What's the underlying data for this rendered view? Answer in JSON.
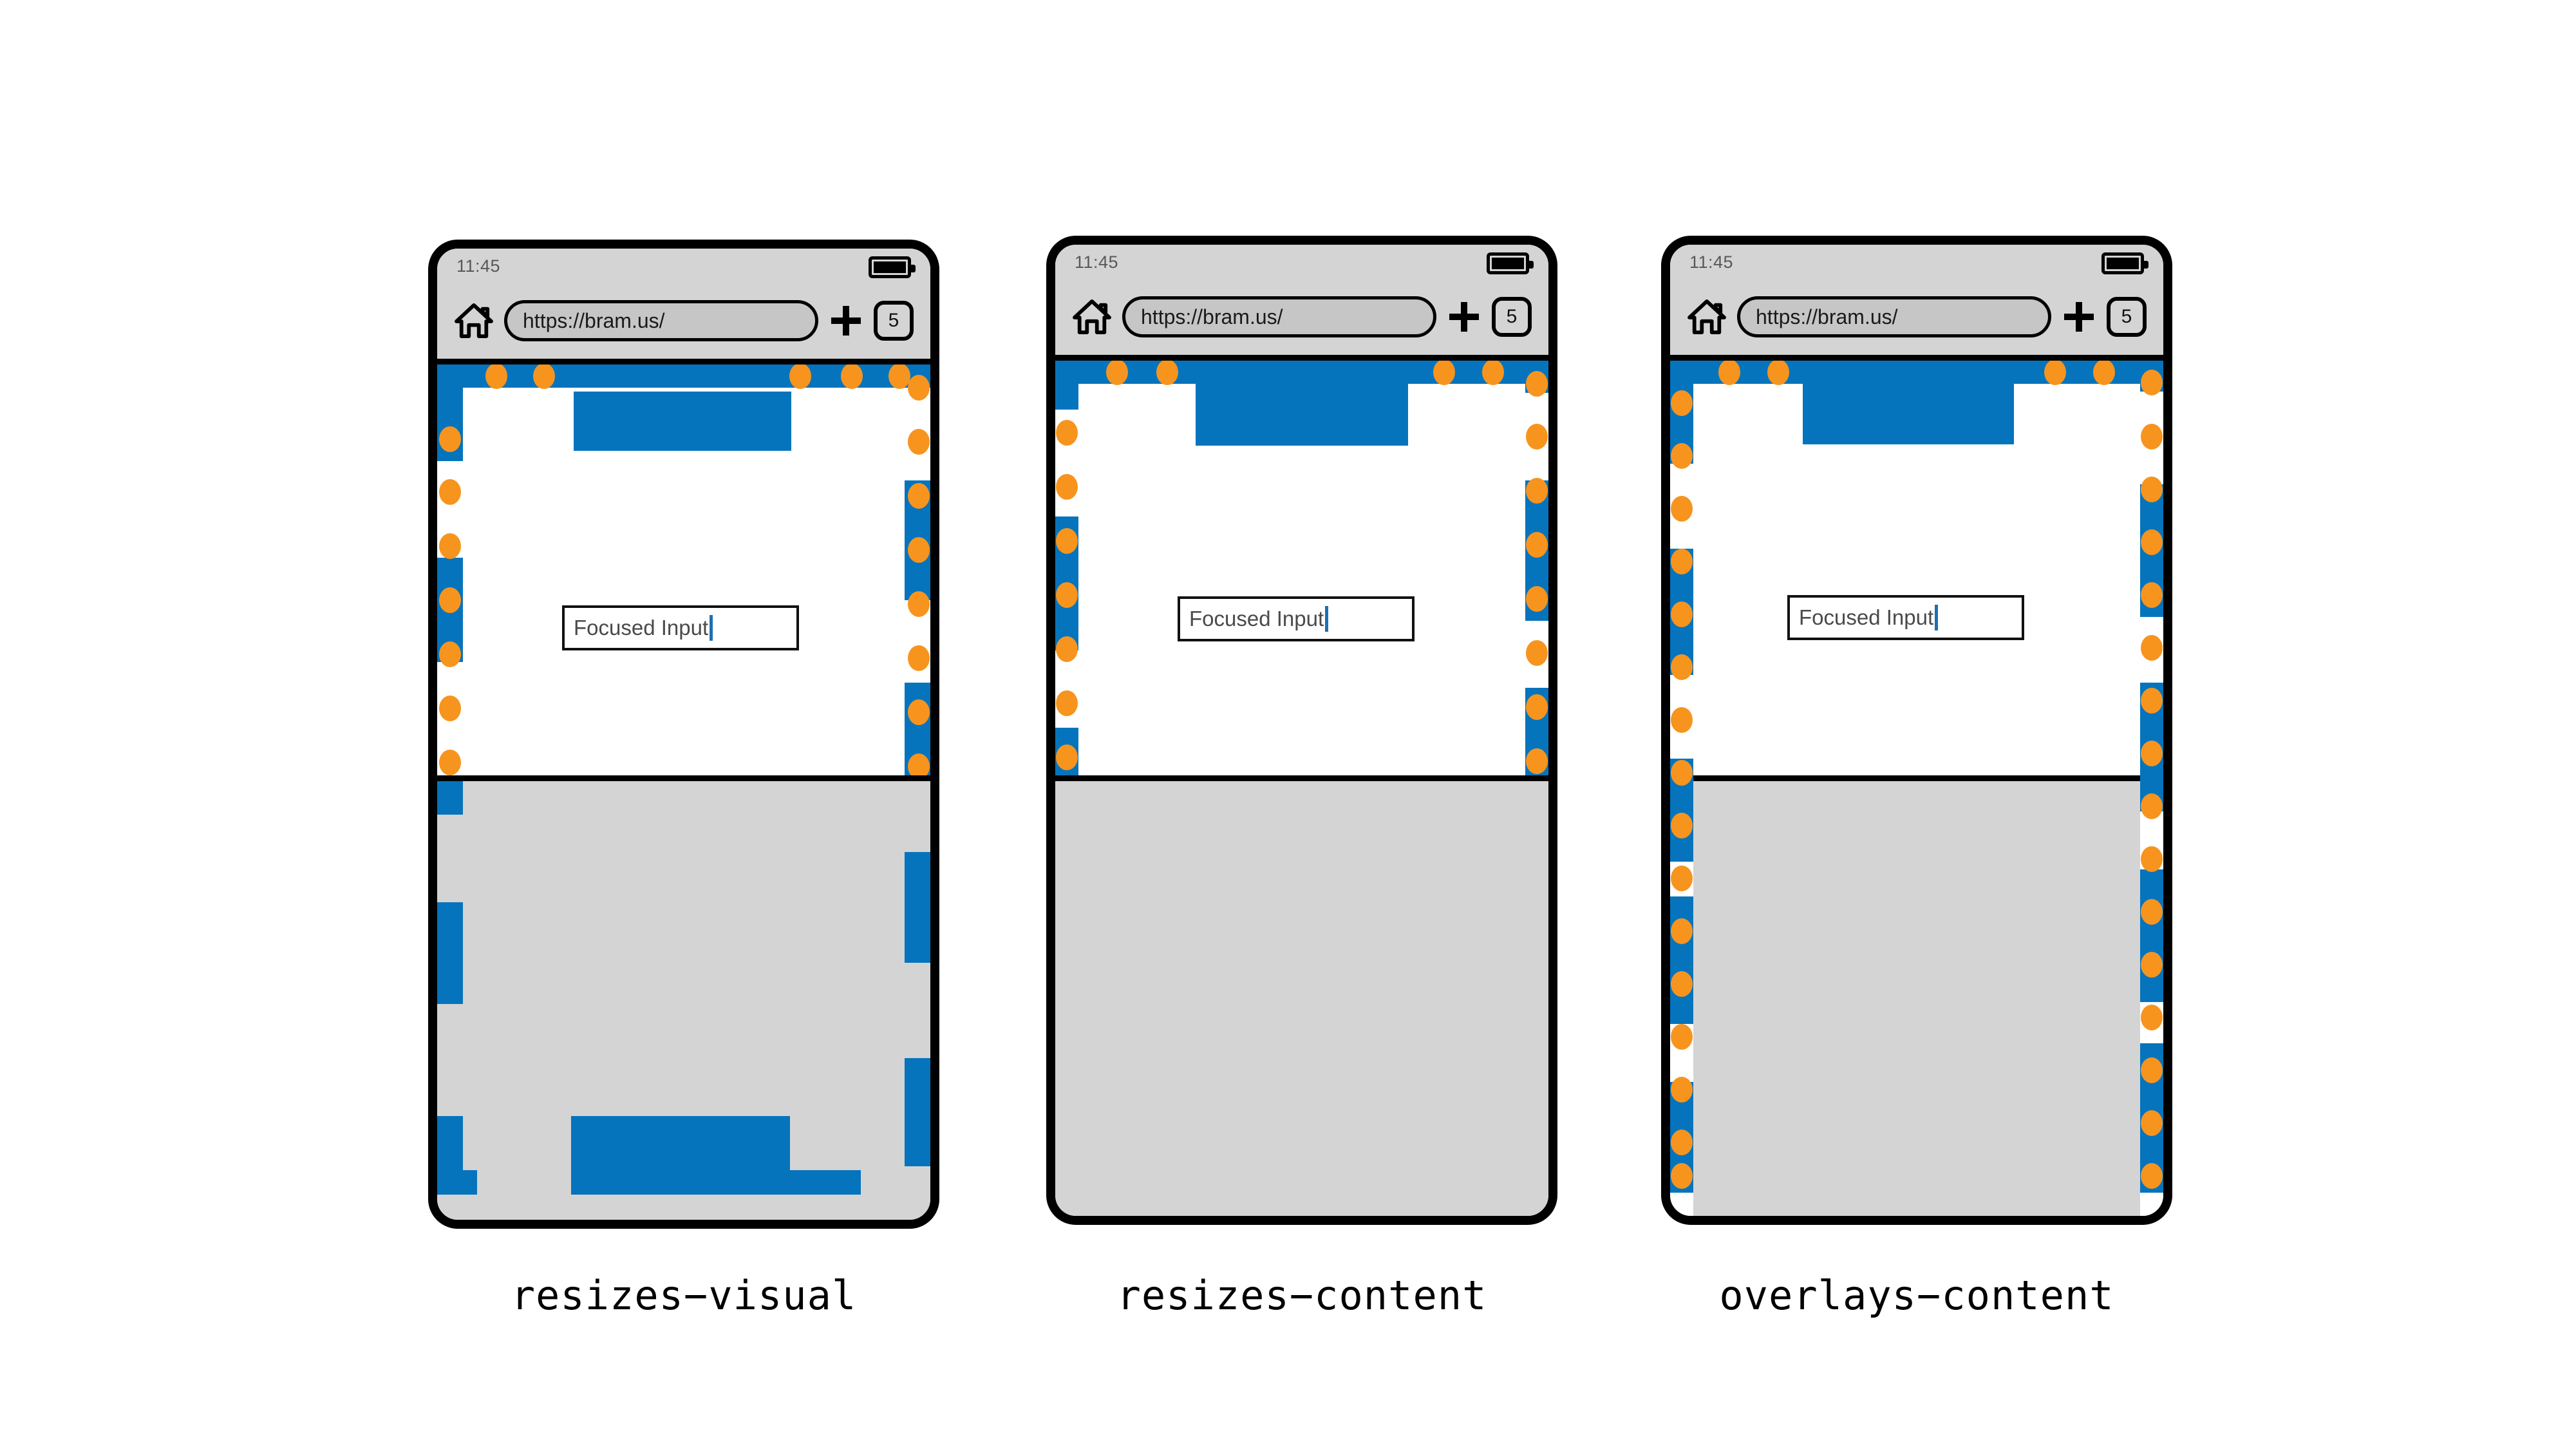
{
  "figure": {
    "background": "#ffffff",
    "accent_blue": "#0674BC",
    "accent_orange": "#F7941E",
    "chrome_gray": "#d4d4d4",
    "keyboard_gray": "#d4d4d4"
  },
  "panels": [
    {
      "id": "resizes-visual",
      "caption": "resizes−visual",
      "phone": {
        "status_time": "11:45",
        "battery_icon": "battery-full-icon",
        "home_icon": "home-icon",
        "url": "https://bram.us/",
        "new_tab_icon": "plus-icon",
        "tab_count": "5"
      },
      "content": {
        "input_value": "Focused Input",
        "caret": "text-caret"
      },
      "keyboard": {
        "visible": true,
        "has_ribbon": true
      }
    },
    {
      "id": "resizes-content",
      "caption": "resizes−content",
      "phone": {
        "status_time": "11:45",
        "battery_icon": "battery-full-icon",
        "home_icon": "home-icon",
        "url": "https://bram.us/",
        "new_tab_icon": "plus-icon",
        "tab_count": "5"
      },
      "content": {
        "input_value": "Focused Input",
        "caret": "text-caret"
      },
      "keyboard": {
        "visible": true,
        "has_ribbon": false
      }
    },
    {
      "id": "overlays-content",
      "caption": "overlays−content",
      "phone": {
        "status_time": "11:45",
        "battery_icon": "battery-full-icon",
        "home_icon": "home-icon",
        "url": "https://bram.us/",
        "new_tab_icon": "plus-icon",
        "tab_count": "5"
      },
      "content": {
        "input_value": "Focused Input",
        "caret": "text-caret"
      },
      "keyboard": {
        "visible": true,
        "has_ribbon": true
      }
    }
  ]
}
